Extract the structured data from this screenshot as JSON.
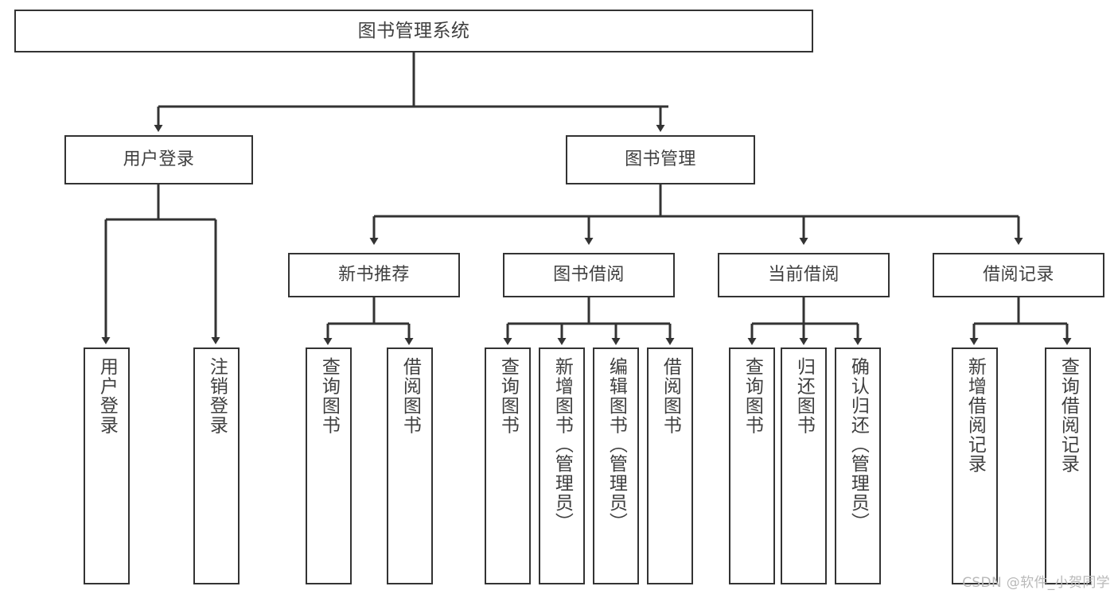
{
  "diagram": {
    "title": "图书管理系统",
    "type": "tree-hierarchy",
    "watermark": "CSDN @软件_小贺同学",
    "colors": {
      "box_border": "#333333",
      "box_fill": "#ffffff",
      "text": "#3f3f3f",
      "edge": "#333333",
      "watermark": "#b9b9b9",
      "background": "#ffffff"
    },
    "levels": {
      "level1": [
        {
          "id": "root",
          "label": "图书管理系统"
        }
      ],
      "level2": [
        {
          "id": "user-login",
          "label": "用户登录"
        },
        {
          "id": "book-manage",
          "label": "图书管理"
        }
      ],
      "level3": [
        {
          "id": "new-book-recommend",
          "label": "新书推荐"
        },
        {
          "id": "book-borrow",
          "label": "图书借阅"
        },
        {
          "id": "current-borrow",
          "label": "当前借阅"
        },
        {
          "id": "borrow-record",
          "label": "借阅记录"
        }
      ],
      "level4": [
        {
          "id": "leaf-user-login",
          "label": "用户登录",
          "parent": "user-login"
        },
        {
          "id": "leaf-logout",
          "label": "注销登录",
          "parent": "user-login"
        },
        {
          "id": "leaf-query-book-1",
          "label": "查询图书",
          "parent": "new-book-recommend"
        },
        {
          "id": "leaf-borrow-book-1",
          "label": "借阅图书",
          "parent": "new-book-recommend"
        },
        {
          "id": "leaf-query-book-2",
          "label": "查询图书",
          "parent": "book-borrow"
        },
        {
          "id": "leaf-add-book",
          "label": "新增图书（管理员）",
          "parent": "book-borrow"
        },
        {
          "id": "leaf-edit-book",
          "label": "编辑图书（管理员）",
          "parent": "book-borrow"
        },
        {
          "id": "leaf-borrow-book-2",
          "label": "借阅图书",
          "parent": "book-borrow"
        },
        {
          "id": "leaf-query-book-3",
          "label": "查询图书",
          "parent": "current-borrow"
        },
        {
          "id": "leaf-return-book",
          "label": "归还图书",
          "parent": "current-borrow"
        },
        {
          "id": "leaf-confirm-return",
          "label": "确认归还（管理员）",
          "parent": "current-borrow"
        },
        {
          "id": "leaf-add-record",
          "label": "新增借阅记录",
          "parent": "borrow-record"
        },
        {
          "id": "leaf-query-record",
          "label": "查询借阅记录",
          "parent": "borrow-record"
        }
      ]
    }
  }
}
